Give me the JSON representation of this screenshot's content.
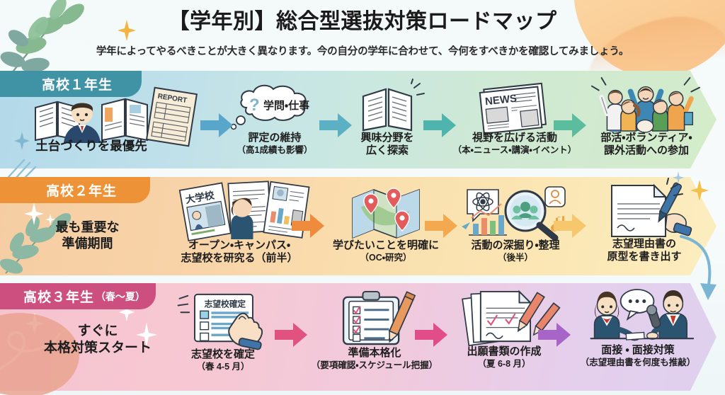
{
  "header": {
    "title": "【学年別】総合型選抜対策ロードマップ",
    "subtitle": "学年によってやるべきことが大きく異なります。今の自分の学年に合わせて、今何をすべきかを確認してみましょう。"
  },
  "colors": {
    "grade1_accent": "#3f93a5",
    "grade2_accent": "#ee9237",
    "grade3_accent": "#cc4f7f",
    "row1_band_start": "#b3d9ea",
    "row1_band_end": "#d4ecc9",
    "row2_band_start": "#f6cda3",
    "row2_band_end": "#fceec0",
    "row3_band_start": "#f6c3cf",
    "row3_band_end": "#ded0ef",
    "connector_arrow": "#7ab6d4"
  },
  "rows": [
    {
      "id": "grade1",
      "pill_label": "高校１年生",
      "pill_sub": "",
      "lead": "土台づくりを最優先",
      "steps": [
        {
          "caption": "評定の維持",
          "sub": "（高1成績も影響）",
          "icon": "thought-bubble-question-icon",
          "icon_label": "学問・仕事"
        },
        {
          "caption": "興味分野を",
          "caption2": "広く探索",
          "sub": "",
          "icon": "open-book-icon"
        },
        {
          "caption": "視野を広げる活動",
          "sub": "（本・ニュース・講演・イベント）",
          "icon": "newspaper-icon",
          "icon_label": "NEWS"
        },
        {
          "caption": "部活・ボランティア・",
          "caption2": "課外活動への参加",
          "sub": "",
          "icon": "group-cheering-icon"
        }
      ],
      "lead_icon": "student-books-report-icon",
      "lead_icon_label": "REPORT",
      "arrow_colors": [
        "#59a6cb",
        "#5fb1cb",
        "#4fb3b3",
        "#62bda4"
      ]
    },
    {
      "id": "grade2",
      "pill_label": "高校２年生",
      "pill_sub": "",
      "lead": "最も重要な\n準備期間",
      "lead_line1": "最も重要な",
      "lead_line2": "準備期間",
      "steps": [
        {
          "caption": "オープン・キャンパス・",
          "caption2": "志望校を研究る（前半）",
          "sub": "",
          "icon": "campus-brochures-icon",
          "icon_label": "大学校"
        },
        {
          "caption": "学びたいことを明確に",
          "sub": "（OC・研究）",
          "icon": "map-pins-icon"
        },
        {
          "caption": "活動の深掘り・整理",
          "sub": "（後半）",
          "icon": "magnifier-research-icon"
        },
        {
          "caption": "志望理由書の",
          "caption2": "原型を書き出す",
          "sub": "",
          "icon": "writing-document-icon"
        }
      ],
      "arrow_colors": [
        "#f08b3c",
        "#f2994a",
        "#f5b25c",
        "#f8c878"
      ]
    },
    {
      "id": "grade3",
      "pill_label": "高校３年生",
      "pill_sub": "（春〜夏）",
      "lead_line1": "すぐに",
      "lead_line2": "本格対策スタート",
      "steps": [
        {
          "caption": "志望校を確定",
          "sub": "（春 4-5 月）",
          "icon": "checklist-hand-icon",
          "icon_label": "志望校確定"
        },
        {
          "caption": "準備本格化",
          "sub": "（要項確認・スケジュール把握）",
          "icon": "clipboard-pencil-icon"
        },
        {
          "caption": "出願書類の作成",
          "sub": "（夏 6-8 月）",
          "icon": "documents-pencil-icon"
        },
        {
          "caption": "面接 ・ 面接対策",
          "sub": "（志望理由書を何度も推敲）",
          "icon": "interview-pair-icon"
        }
      ],
      "arrow_colors": [
        "#e0537f",
        "#e44f86",
        "#d45fae",
        "#a766c7"
      ]
    }
  ]
}
